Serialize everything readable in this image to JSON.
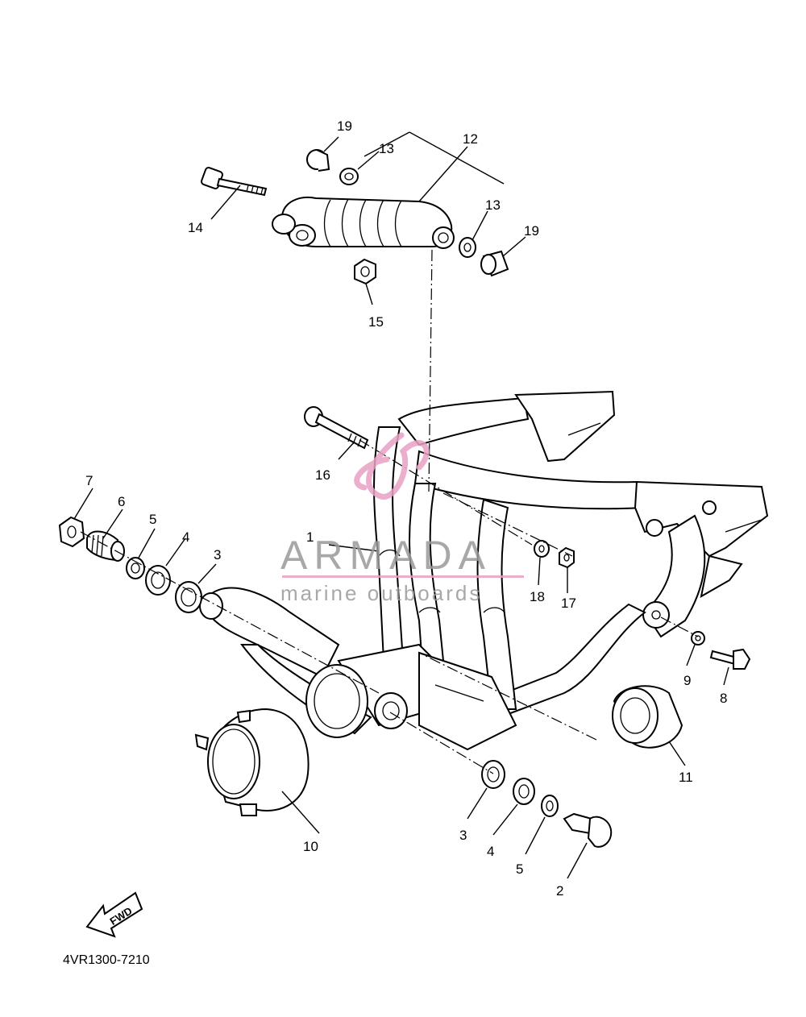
{
  "diagram": {
    "part_code": "4VR1300-7210",
    "fwd_label": "FWD",
    "callouts": {
      "c1": "1",
      "c2": "2",
      "c3a": "3",
      "c3b": "3",
      "c4a": "4",
      "c4b": "4",
      "c5a": "5",
      "c5b": "5",
      "c6": "6",
      "c7": "7",
      "c8": "8",
      "c9": "9",
      "c10": "10",
      "c11": "11",
      "c12": "12",
      "c13a": "13",
      "c13b": "13",
      "c14": "14",
      "c15": "15",
      "c16": "16",
      "c17": "17",
      "c18": "18",
      "c19a": "19",
      "c19b": "19"
    }
  },
  "watermark": {
    "brand": "ARMADA",
    "tagline": "marine outboards",
    "accent_color": "#e8a0c4"
  }
}
